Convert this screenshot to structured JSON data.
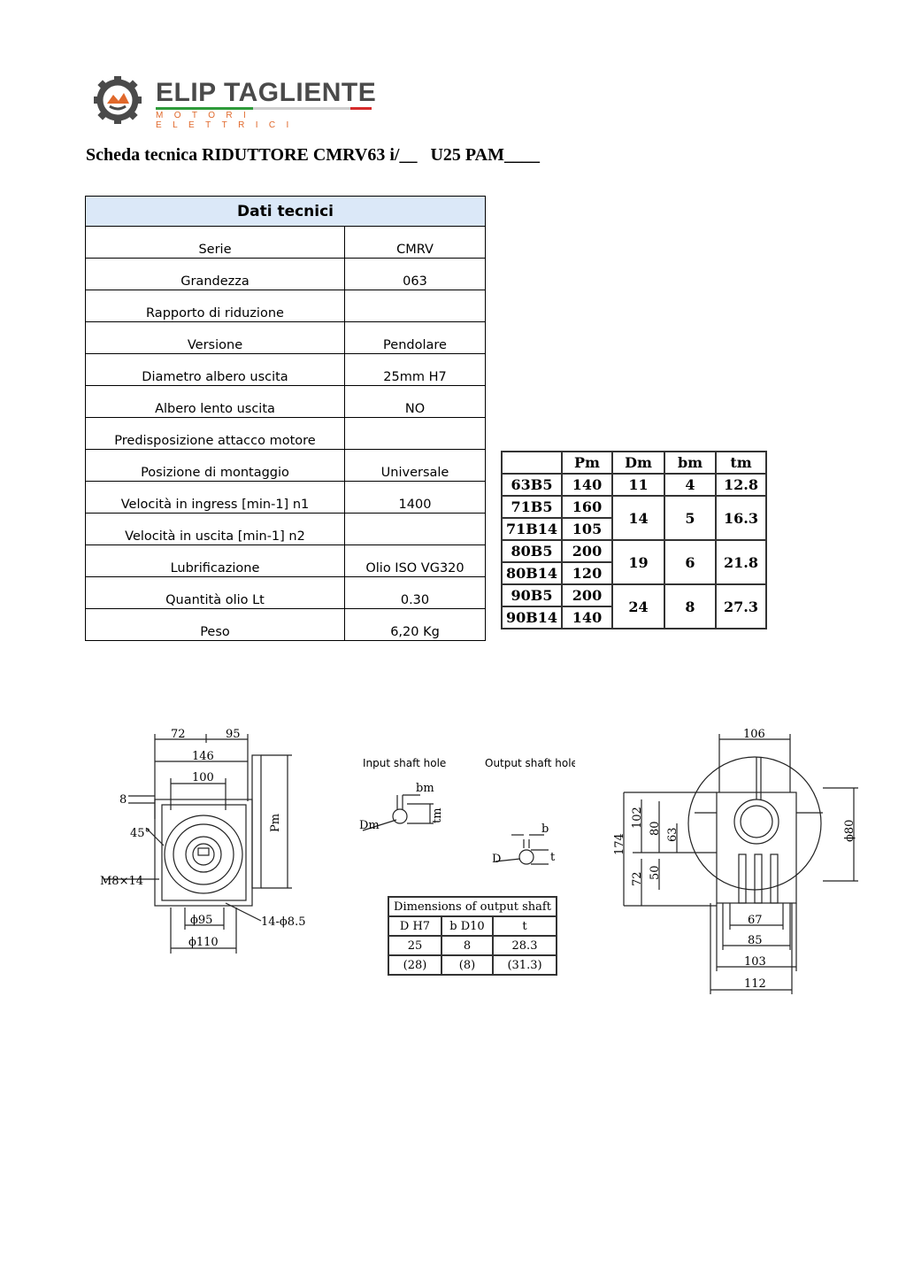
{
  "brand": {
    "name": "ELIP TAGLIENTE",
    "tagline": "MOTORI  ELETTRICI",
    "colors": {
      "gray": "#4a4a4a",
      "orange": "#e0682b",
      "green": "#2e9b3a",
      "red": "#d62b2b"
    }
  },
  "title": "Scheda tecnica RIDUTTORE CMRV63 i/__   U25 PAM____",
  "tech_table": {
    "header": "Dati tecnici",
    "rows": [
      {
        "label": "Serie",
        "value": "CMRV"
      },
      {
        "label": "Grandezza",
        "value": "063"
      },
      {
        "label": "Rapporto di riduzione",
        "value": ""
      },
      {
        "label": "Versione",
        "value": "Pendolare"
      },
      {
        "label": "Diametro albero uscita",
        "value": "25mm H7"
      },
      {
        "label": "Albero lento uscita",
        "value": "NO"
      },
      {
        "label": "Predisposizione attacco motore",
        "value": ""
      },
      {
        "label": "Posizione di montaggio",
        "value": "Universale"
      },
      {
        "label": "Velocità in ingress [min-1] n1",
        "value": "1400"
      },
      {
        "label": "Velocità in uscita [min-1] n2",
        "value": ""
      },
      {
        "label": "Lubrificazione",
        "value": "Olio ISO VG320"
      },
      {
        "label": "Quantità olio Lt",
        "value": "0.30"
      },
      {
        "label": "Peso",
        "value": "6,20 Kg"
      }
    ]
  },
  "pm_table": {
    "headers": [
      "",
      "Pm",
      "Dm",
      "bm",
      "tm"
    ],
    "rows": [
      [
        "63B5",
        "140",
        "11",
        "4",
        "12.8"
      ],
      [
        "71B5",
        "160",
        "14",
        "5",
        "16.3"
      ],
      [
        "71B14",
        "105"
      ],
      [
        "80B5",
        "200",
        "19",
        "6",
        "21.8"
      ],
      [
        "80B14",
        "120"
      ],
      [
        "90B5",
        "200",
        "24",
        "8",
        "27.3"
      ],
      [
        "90B14",
        "140"
      ]
    ]
  },
  "drawing_left": {
    "dims": [
      "72",
      "95",
      "146",
      "100",
      "8",
      "45°",
      "M8×14",
      "ϕ95",
      "ϕ110",
      "14-ϕ8.5",
      "Pm"
    ]
  },
  "drawing_mid": {
    "input_label": "Input shaft hole",
    "output_label": "Output shaft hole",
    "dims": [
      "bm",
      "tm",
      "Dm",
      "b",
      "D",
      "t"
    ]
  },
  "dims_table": {
    "caption": "Dimensions of output shaft",
    "headers": [
      "D H7",
      "b D10",
      "t"
    ],
    "rows": [
      [
        "25",
        "8",
        "28.3"
      ],
      [
        "(28)",
        "(8)",
        "(31.3)"
      ]
    ]
  },
  "drawing_right": {
    "dims": [
      "106",
      "174",
      "102",
      "80",
      "63",
      "72",
      "50",
      "ϕ80",
      "67",
      "85",
      "103",
      "112"
    ]
  }
}
